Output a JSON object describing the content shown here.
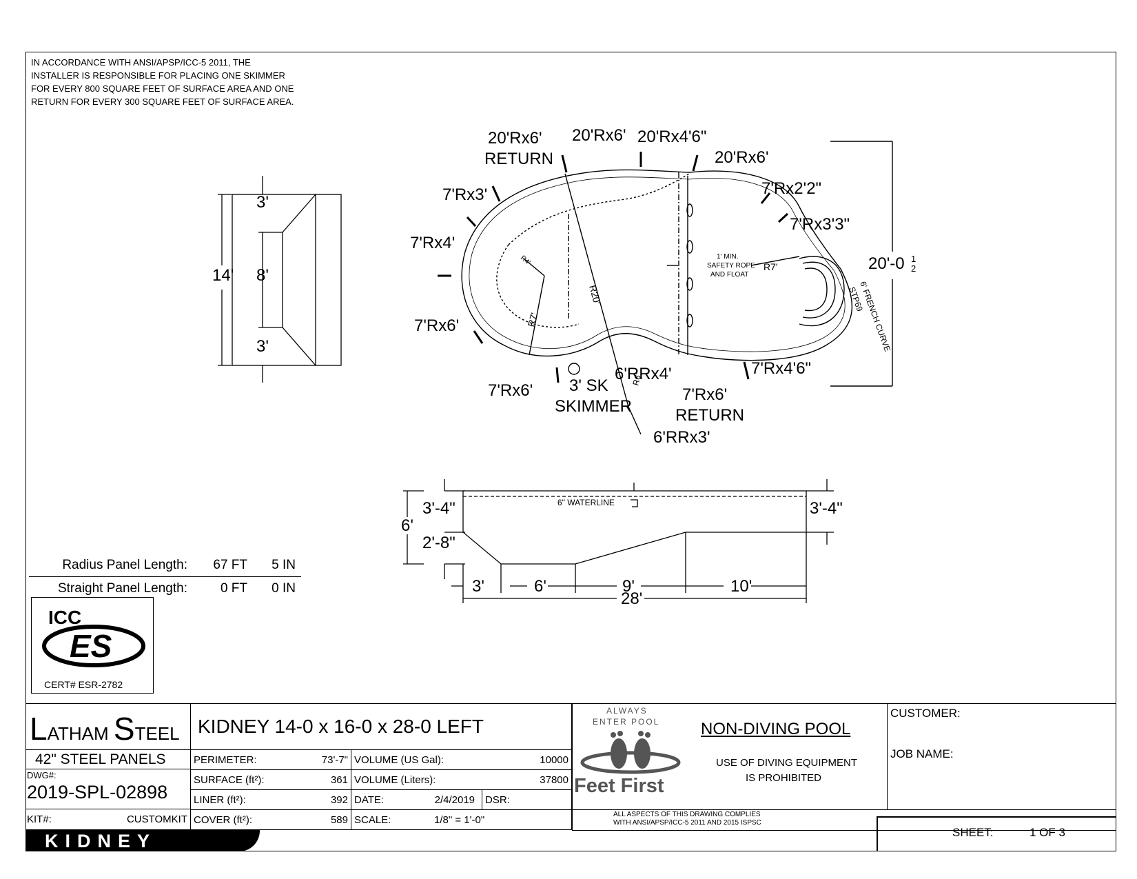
{
  "note": {
    "lines": [
      "IN ACCORDANCE WITH ANSI/APSP/ICC-5 2011, THE",
      "INSTALLER IS RESPONSIBLE FOR PLACING ONE SKIMMER",
      "FOR EVERY 800 SQUARE FEET OF SURFACE AREA AND ONE",
      "RETURN FOR EVERY 300 SQUARE FEET OF SURFACE AREA."
    ]
  },
  "end_view": {
    "top": "3'",
    "middle": "8'",
    "bottom": "3'",
    "width": "14'"
  },
  "plan_labels": {
    "r1": "20'Rx6'",
    "r1_sub": "RETURN",
    "r2": "20'Rx6'",
    "r3": "20'Rx4'6\"",
    "r4": "20'Rx6'",
    "r5": "7'Rx2'2\"",
    "r6": "7'Rx3'3\"",
    "r7": "7'Rx3'",
    "r8": "7'Rx4'",
    "r9": "7'Rx6'",
    "r10": "7'Rx6'",
    "r11": "3' SK",
    "r11_sub": "SKIMMER",
    "r12": "6'RRx4'",
    "r13": "7'Rx6'",
    "r13_sub": "RETURN",
    "r14": "7'Rx4'6\"",
    "r15": "6'RRx3'",
    "radius_r4": "R4'",
    "radius_r7a": "R7'",
    "radius_r20": "R20'",
    "radius_r7b": "R7'",
    "radius_r6": "R6'",
    "safety_1": "1' MIN.",
    "safety_2": "SAFETY ROPE",
    "safety_3": "AND FLOAT",
    "width": "20'-0",
    "width_frac_n": "1",
    "width_frac_d": "2",
    "step_1": "6' FRENCH CURVE",
    "step_2": "STP69"
  },
  "section": {
    "left_depth": "3'-4\"",
    "right_depth": "3'-4\"",
    "total_depth": "6'",
    "deep_extra": "2'-8\"",
    "waterline": "6\" WATERLINE",
    "seg1": "3'",
    "seg2": "6'",
    "seg3": "9'",
    "seg4": "10'",
    "total_len": "28'"
  },
  "panels": {
    "radius_label": "Radius Panel Length:",
    "radius_ft": "67 FT",
    "radius_in": "5 IN",
    "straight_label": "Straight Panel Length:",
    "straight_ft": "0 FT",
    "straight_in": "0 IN"
  },
  "icc": {
    "logo_top": "ICC",
    "logo_main": "ES",
    "cert": "CERT# ESR-2782"
  },
  "title_block": {
    "brand_1": "L",
    "brand_2": "ATHAM ",
    "brand_3": "S",
    "brand_4": "TEEL",
    "pool_name": "KIDNEY 14-0 x 16-0 x 28-0 LEFT",
    "panels_type": "42\"  STEEL PANELS",
    "dwg_label": "DWG#:",
    "dwg_no": "2019-SPL-02898",
    "kit_label": "KIT#:",
    "kit_value": "CUSTOMKIT",
    "kidney_banner": "KIDNEY",
    "perimeter_label": "PERIMETER:",
    "perimeter": "73'-7\"",
    "surface_label": "SURFACE (ft²):",
    "surface": "361",
    "liner_label": "LINER (ft²):",
    "liner": "392",
    "cover_label": "COVER (ft²):",
    "cover": "589",
    "vol_gal_label": "VOLUME (US Gal):",
    "vol_gal": "10000",
    "vol_l_label": "VOLUME (Liters):",
    "vol_l": "37800",
    "date_label": "DATE:",
    "date": "2/4/2019",
    "dsr_label": "DSR:",
    "scale_label": "SCALE:",
    "scale": "1/8\" = 1'-0\"",
    "logo_top_1": "ALWAYS",
    "logo_top_2": "ENTER POOL",
    "logo_bottom": "Feet First",
    "non_diving": "NON-DIVING POOL",
    "warn_1": "USE OF DIVING EQUIPMENT",
    "warn_2": "IS PROHIBITED",
    "comply_1": "ALL ASPECTS OF THIS DRAWING COMPLIES",
    "comply_2": "WITH ANSI/APSP/ICC-5 2011 AND 2015 ISPSC",
    "customer_label": "CUSTOMER:",
    "job_label": "JOB NAME:",
    "sheet_label": "SHEET:",
    "sheet_value": "1 OF 3"
  }
}
